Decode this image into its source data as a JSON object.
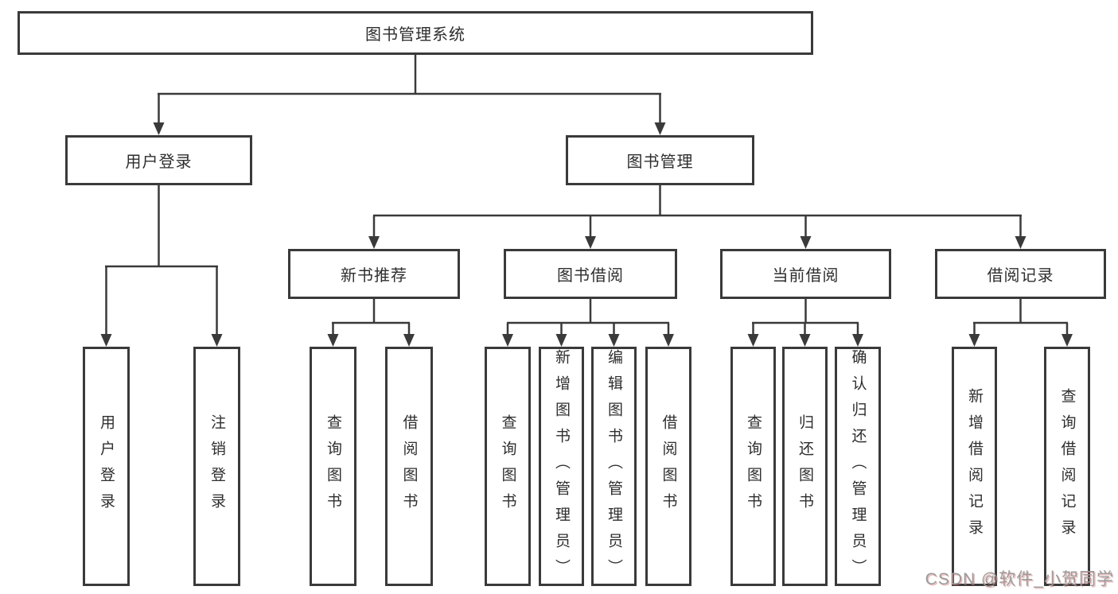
{
  "diagram": {
    "root": "图书管理系统",
    "branches": [
      {
        "label": "用户登录",
        "children": [
          "用户登录",
          "注销登录"
        ]
      },
      {
        "label": "图书管理",
        "groups": [
          {
            "label": "新书推荐",
            "children": [
              "查询图书",
              "借阅图书"
            ]
          },
          {
            "label": "图书借阅",
            "children": [
              "查询图书",
              "新增图书（管理员）",
              "编辑图书（管理员）",
              "借阅图书"
            ]
          },
          {
            "label": "当前借阅",
            "children": [
              "查询图书",
              "归还图书",
              "确认归还（管理员）"
            ]
          },
          {
            "label": "借阅记录",
            "children": [
              "新增借阅记录",
              "查询借阅记录"
            ]
          }
        ]
      }
    ]
  },
  "colors": {
    "line": "#3a3a3a",
    "text": "#2e2e2e",
    "watermark": "#9b9b9b"
  },
  "watermark": {
    "text": "CSDN @软件_小贺同学"
  }
}
